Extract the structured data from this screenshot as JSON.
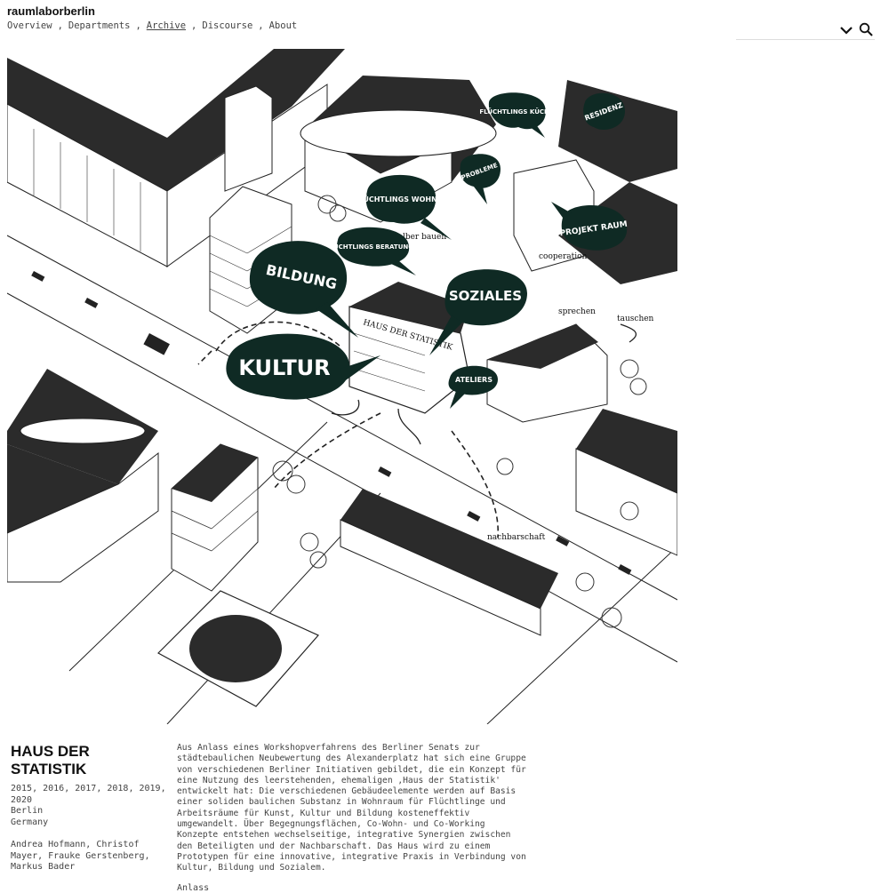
{
  "brand": "raumlaborberlin",
  "nav": [
    {
      "label": "Overview",
      "active": false
    },
    {
      "label": "Departments",
      "active": false
    },
    {
      "label": "Archive",
      "active": true
    },
    {
      "label": "Discourse",
      "active": false
    },
    {
      "label": "About",
      "active": false
    }
  ],
  "nav_separator": ",",
  "icons": {
    "dropdown": "chevron-down-icon",
    "search": "search-icon"
  },
  "colors": {
    "bubble": "#0f2a24",
    "ink": "#111111",
    "text": "#444444"
  },
  "illustration": {
    "bubbles": [
      "FLÜCHTLINGS KÜCHE",
      "RESIDENZ",
      "PROBLEME",
      "FLÜCHTLINGS WOHNEN",
      "PROJEKT RAUM",
      "FLÜCHTLINGS BERATUNGS",
      "BILDUNG",
      "SOZIALES",
      "KULTUR",
      "ATELIERS"
    ],
    "labels": [
      "selber bauen",
      "cooperation",
      "sprechen",
      "tauschen",
      "nachbarschaft",
      "HAUS DER STATISTIK"
    ]
  },
  "project": {
    "title": "HAUS DER STATISTIK",
    "years": "2015, 2016, 2017, 2018, 2019, 2020",
    "city": "Berlin",
    "country": "Germany",
    "people": "Andrea Hofmann, Christof Mayer, Frauke Gerstenberg, Markus Bader",
    "description": "Aus Anlass eines Workshopverfahrens des Berliner Senats zur städtebaulichen Neubewertung des Alexanderplatz hat sich eine Gruppe von verschiedenen Berliner Initiativen gebildet, die ein Konzept für eine Nutzung des leerstehenden, ehemaligen ‚Haus der Statistik' entwickelt hat: Die verschiedenen Gebäudeelemente werden auf Basis einer soliden baulichen Substanz in Wohnraum für Flüchtlinge und Arbeitsräume für Kunst, Kultur und Bildung kosteneffektiv umgewandelt. Über Begegnungsflächen, Co-Wohn- und Co-Working Konzepte entstehen wechselseitige, integrative Synergien zwischen den Beteiligten und der Nachbarschaft. Das Haus wird zu einem Prototypen für eine innovative, integrative Praxis in Verbindung von Kultur, Bildung und Sozialem.",
    "cut_text": "Anlass"
  }
}
